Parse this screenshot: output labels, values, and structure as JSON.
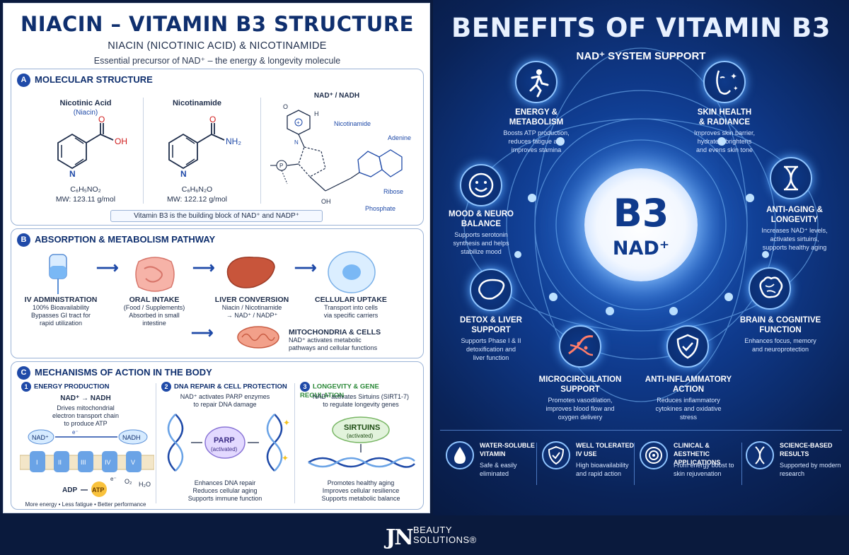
{
  "left": {
    "title": "NIACIN – VITAMIN B3 STRUCTURE",
    "subtitle": "NIACIN (NICOTINIC ACID) & NICOTINAMIDE",
    "tagline": "Essential precursor of NAD⁺ – the energy & longevity molecule",
    "section_a": {
      "badge": "A",
      "title": "MOLECULAR STRUCTURE",
      "molecules": [
        {
          "name": "Nicotinic Acid",
          "alias": "(Niacin)",
          "formula": "C₆H₅NO₂",
          "mw": "MW: 123.11 g/mol"
        },
        {
          "name": "Nicotinamide",
          "formula": "C₆H₆N₂O",
          "mw": "MW: 122.12 g/mol"
        }
      ],
      "nad_title": "NAD⁺ / NADH",
      "nad_labels": {
        "nicotinamide": "Nicotinamide",
        "adenine": "Adenine",
        "ribose": "Ribose",
        "phosphate": "Phosphate"
      },
      "atoms": {
        "o": "O",
        "oh": "OH",
        "n": "N",
        "nh2": "NH₂",
        "h": "H",
        "p": "P",
        "plus": "+"
      },
      "note": "Vitamin B3 is the building block of NAD⁺ and NADP⁺"
    },
    "section_b": {
      "badge": "B",
      "title": "ABSORPTION & METABOLISM PATHWAY",
      "steps": [
        {
          "head": "IV ADMINISTRATION",
          "lines": [
            "100% Bioavailability",
            "Bypasses GI tract for",
            "rapid utilization"
          ]
        },
        {
          "head": "ORAL INTAKE",
          "lines": [
            "(Food / Supplements)",
            "Absorbed in small",
            "intestine"
          ]
        },
        {
          "head": "LIVER CONVERSION",
          "lines": [
            "Niacin / Nicotinamide",
            "→ NAD⁺ / NADP⁺"
          ]
        },
        {
          "head": "CELLULAR UPTAKE",
          "lines": [
            "Transport into cells",
            "via specific carriers"
          ]
        }
      ],
      "mito": {
        "head": "MITOCHONDRIA & CELLS",
        "lines": [
          "NAD⁺ activates metabolic",
          "pathways and cellular functions"
        ]
      }
    },
    "section_c": {
      "badge": "C",
      "title": "MECHANISMS OF ACTION IN THE BODY",
      "col1": {
        "num": "1",
        "head": "ENERGY PRODUCTION",
        "formula": "NAD⁺ → NADH",
        "lines": [
          "Drives mitochondrial",
          "electron transport chain",
          "to produce ATP"
        ],
        "nad": "NAD⁺",
        "nadh": "NADH",
        "complexes": [
          "I",
          "II",
          "III",
          "IV",
          "V"
        ],
        "eminus": "e⁻",
        "o2": "O₂",
        "h2o": "H₂O",
        "adp": "ADP",
        "atp": "ATP",
        "footer": "More energy • Less fatigue • Better performance"
      },
      "col2": {
        "num": "2",
        "head": "DNA REPAIR & CELL PROTECTION",
        "lines": [
          "NAD⁺ activates PARP enzymes",
          "to repair DNA damage"
        ],
        "parp": "PARP",
        "parp_sub": "(activated)",
        "footer": [
          "Enhances DNA repair",
          "Reduces cellular aging",
          "Supports immune function"
        ]
      },
      "col3": {
        "num": "3",
        "head": "LONGEVITY & GENE REGULATION",
        "lines": [
          "NAD⁺ activates Sirtuins (SIRT1-7)",
          "to regulate longevity genes"
        ],
        "sirt": "SIRTUINS",
        "sirt_sub": "(activated)",
        "footer": [
          "Promotes healthy aging",
          "Improves cellular resilience",
          "Supports metabolic balance"
        ]
      }
    }
  },
  "right": {
    "title": "BENEFITS OF VITAMIN B3",
    "subtitle": "NAD⁺ SYSTEM SUPPORT",
    "orb": {
      "b3": "B3",
      "nad": "NAD⁺"
    },
    "benefits": [
      {
        "icon": "running-person-icon",
        "head": [
          "ENERGY &",
          "METABOLISM"
        ],
        "desc": [
          "Boosts ATP production,",
          "reduces fatigue and",
          "improves stamina"
        ]
      },
      {
        "icon": "face-sparkle-icon",
        "head": [
          "SKIN HEALTH",
          "& RADIANCE"
        ],
        "desc": [
          "Improves skin barrier,",
          "hydrates, brightens",
          "and evens skin tone"
        ]
      },
      {
        "icon": "smiley-face-icon",
        "head": [
          "MOOD & NEURO",
          "BALANCE"
        ],
        "desc": [
          "Supports serotonin",
          "synthesis and helps",
          "stabilize mood"
        ]
      },
      {
        "icon": "dna-hourglass-icon",
        "head": [
          "ANTI-AGING &",
          "LONGEVITY"
        ],
        "desc": [
          "Increases NAD⁺ levels,",
          "activates sirtuins,",
          "supports healthy aging"
        ]
      },
      {
        "icon": "liver-icon",
        "head": [
          "DETOX & LIVER",
          "SUPPORT"
        ],
        "desc": [
          "Supports Phase I & II",
          "detoxification and",
          "liver function"
        ]
      },
      {
        "icon": "brain-icon",
        "head": [
          "BRAIN & COGNITIVE",
          "FUNCTION"
        ],
        "desc": [
          "Enhances focus, memory",
          "and neuroprotection"
        ]
      },
      {
        "icon": "blood-vessel-icon",
        "head": [
          "MICROCIRCULATION",
          "SUPPORT"
        ],
        "desc": [
          "Promotes vasodilation,",
          "improves blood flow and",
          "oxygen delivery"
        ]
      },
      {
        "icon": "shield-check-icon",
        "head": [
          "ANTI-INFLAMMATORY",
          "ACTION"
        ],
        "desc": [
          "Reduces inflammatory",
          "cytokines and oxidative",
          "stress"
        ]
      }
    ],
    "bottom": [
      {
        "icon": "water-drop-icon",
        "head": [
          "WATER-SOLUBLE",
          "VITAMIN"
        ],
        "desc": [
          "Safe & easily",
          "eliminated"
        ]
      },
      {
        "icon": "shield-check-icon",
        "head": [
          "WELL TOLERATED",
          "IV USE"
        ],
        "desc": [
          "High bioavailability",
          "and rapid action"
        ]
      },
      {
        "icon": "target-icon",
        "head": [
          "CLINICAL & AESTHETIC",
          "APPLICATIONS"
        ],
        "desc": [
          "From energy boost to",
          "skin rejuvenation"
        ]
      },
      {
        "icon": "dna-icon",
        "head": [
          "SCIENCE-BASED",
          "RESULTS"
        ],
        "desc": [
          "Supported by modern",
          "research"
        ]
      }
    ]
  },
  "footer": {
    "logo": "JN",
    "brand_line1": "BEAUTY",
    "brand_line2": "SOLUTIONS®"
  },
  "colors": {
    "navy": "#0f2f6e",
    "accent": "#1f4aa8",
    "red": "#d01d1d",
    "panel_dark": "#0a1a3d",
    "glow": "#8fc4ff"
  }
}
